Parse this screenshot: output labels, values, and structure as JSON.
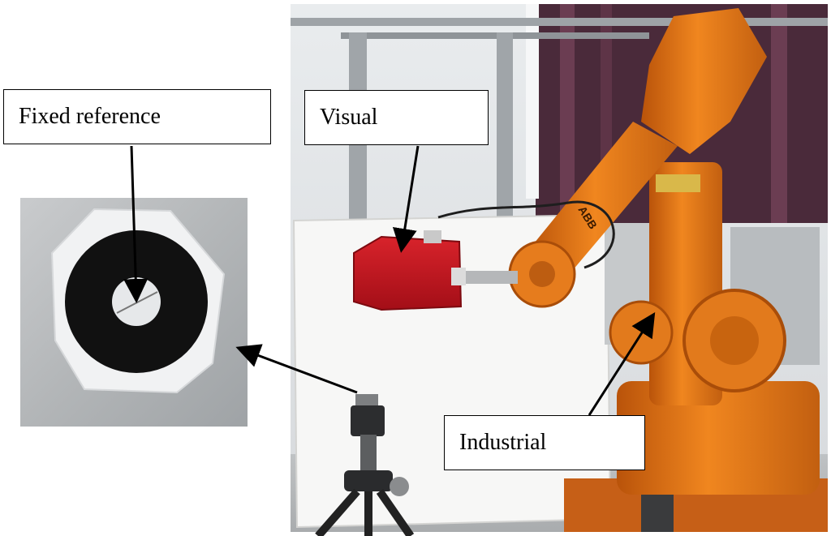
{
  "figure": {
    "labels": {
      "fixed_reference": "Fixed reference",
      "visual": "Visual",
      "industrial": "Industrial"
    },
    "colors": {
      "robot_orange": "#E8781A",
      "sensor_red": "#C8141E",
      "target_black": "#111111",
      "background_white": "#FFFFFF"
    },
    "brand_mark": "ABB"
  }
}
